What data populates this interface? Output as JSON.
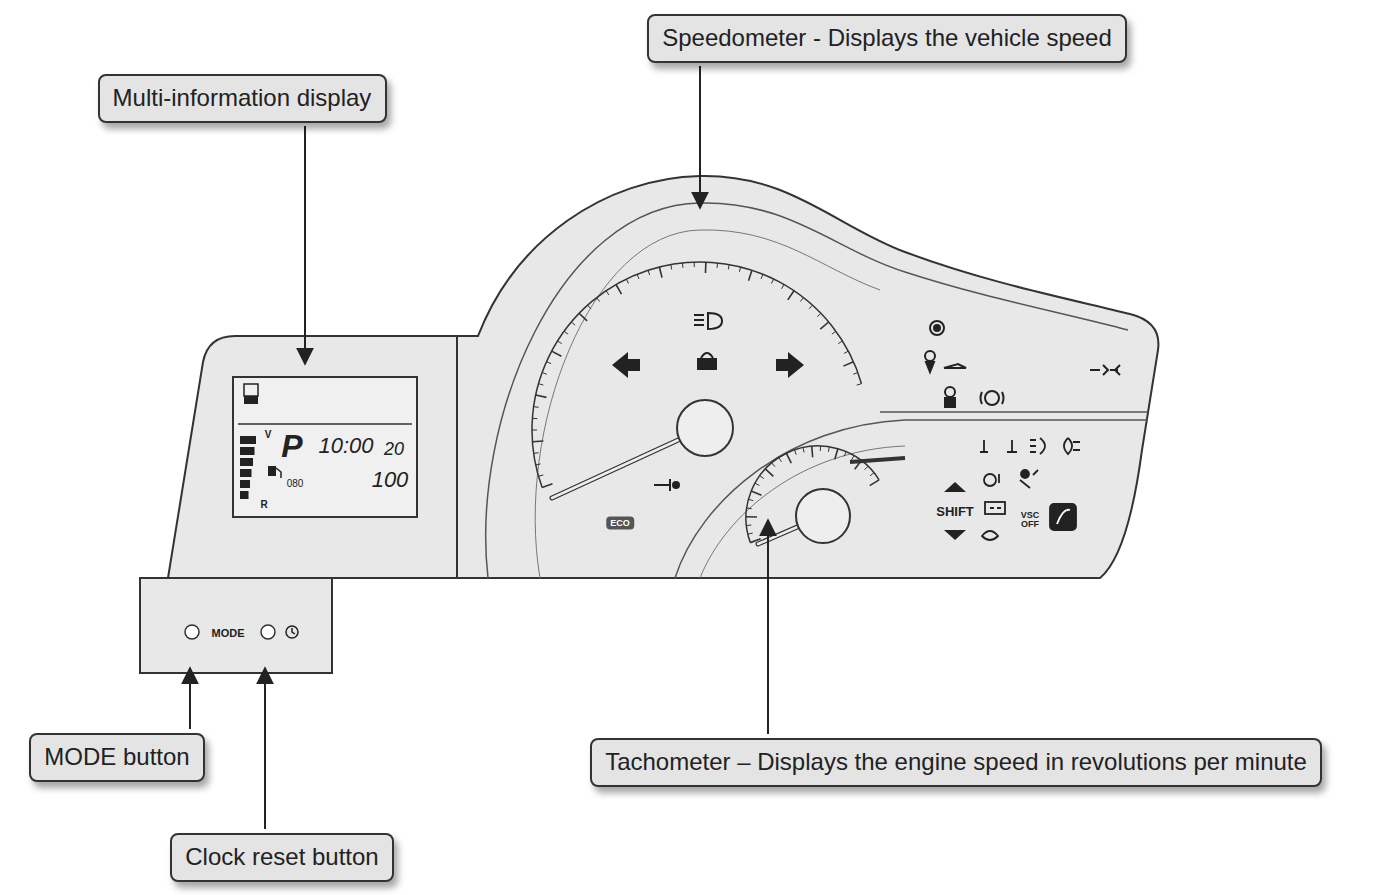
{
  "diagram": {
    "nodes": [
      {
        "text": [
          "Speedometer - Displays the vehicle speed"
        ]
      },
      {
        "text": [
          "Multi-information display"
        ]
      },
      {
        "text": [
          "MODE button"
        ]
      },
      {
        "text": [
          "Clock reset button"
        ]
      },
      {
        "text": [
          "Tachometer – Displays the engine speed in revolutions per minute"
        ]
      }
    ],
    "labels": [
      "P",
      "10:00",
      "20",
      "100",
      "080",
      "V",
      "R",
      "MODE",
      "SHIFT",
      "VSC OFF",
      "ECO"
    ]
  }
}
